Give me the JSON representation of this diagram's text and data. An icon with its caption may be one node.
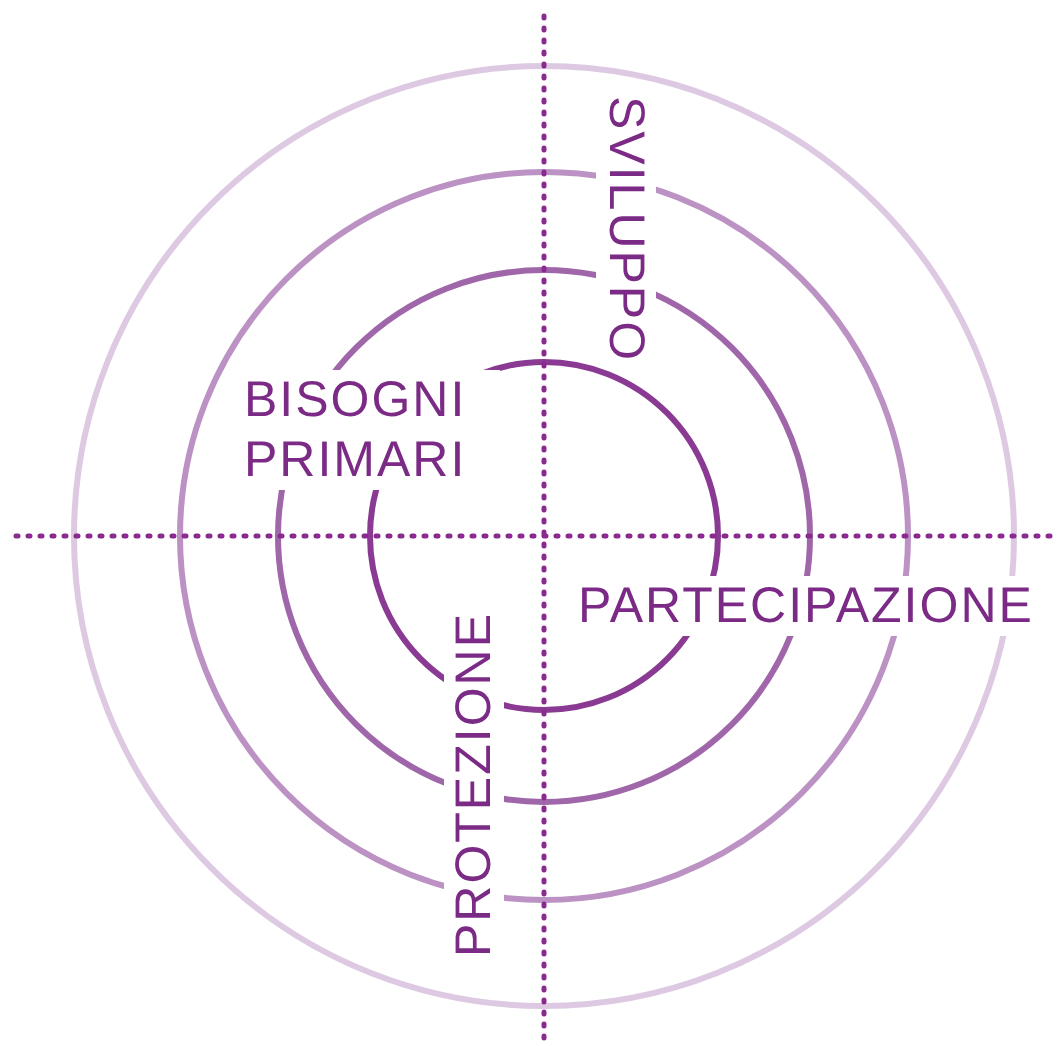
{
  "diagram": {
    "labels": [
      "SVILUPPO",
      "BISOGNI PRIMARI",
      "PARTECIPAZIONE",
      "PROTEZIONE"
    ]
  }
}
